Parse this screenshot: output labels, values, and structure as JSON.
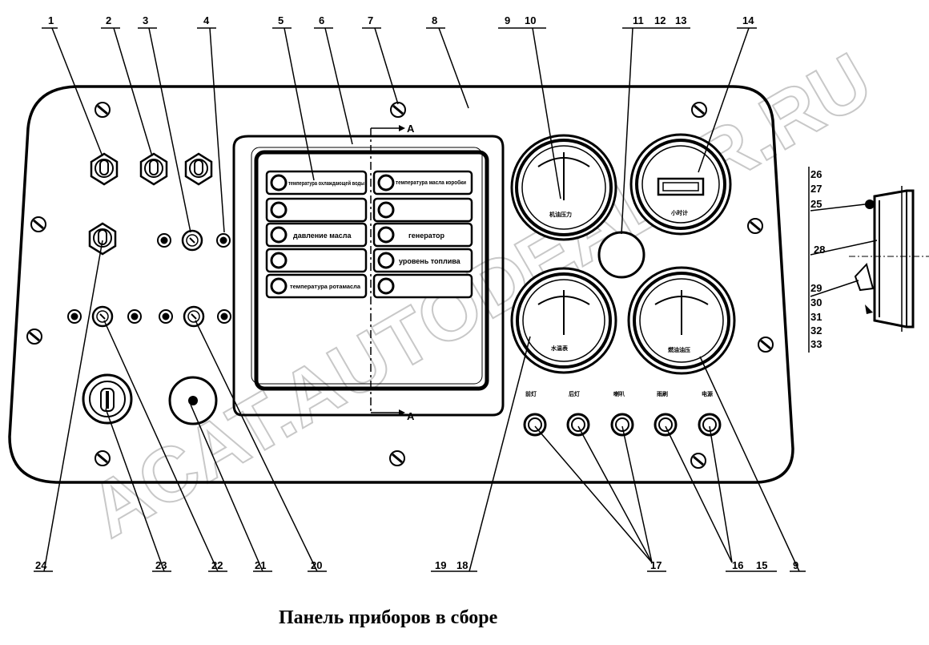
{
  "diagram": {
    "caption": "Панель приборов в сборе",
    "watermark": "ACAT.AUTODEALER.RU",
    "callouts_top": [
      "1",
      "2",
      "3",
      "4",
      "5",
      "6",
      "7",
      "8",
      "9",
      "10",
      "11",
      "12",
      "13",
      "14"
    ],
    "callouts_right": [
      "26",
      "27",
      "25",
      "28",
      "29",
      "30",
      "31",
      "32",
      "33"
    ],
    "callouts_bottom": [
      "24",
      "23",
      "22",
      "21",
      "20",
      "19",
      "18",
      "17",
      "16",
      "15",
      "9"
    ],
    "section_marks": [
      "A",
      "A"
    ],
    "warning_lamps_left": [
      "температура охлаждающей воды",
      "",
      "давление масла",
      "",
      "температура ротамасла"
    ],
    "warning_lamps_right": [
      "температура масла коробки",
      "",
      "генератор",
      "уровень топлива",
      ""
    ],
    "gauge_labels": {
      "g9_10": "机油压力",
      "g14": "小时计",
      "g18": "水温表",
      "g9b": "燃油油压"
    },
    "button_labels": [
      "前灯",
      "后灯",
      "喇叭",
      "雨刷",
      "电源"
    ]
  }
}
